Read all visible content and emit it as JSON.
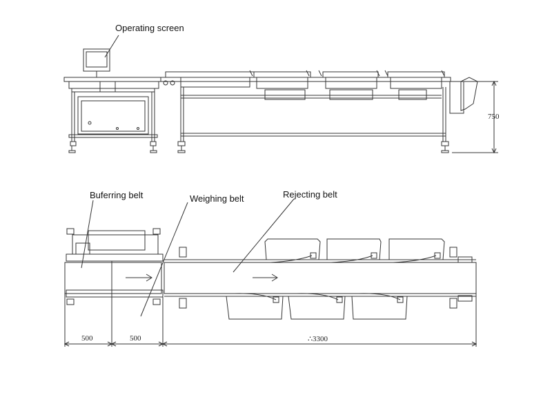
{
  "labels": {
    "operating_screen": "Operating screen",
    "buffering_belt": "Buferring belt",
    "weighing_belt": "Weighing belt",
    "rejecting_belt": "Rejecting belt"
  },
  "dimensions": {
    "height": "750",
    "buffer_len": "500",
    "weigh_len": "500",
    "reject_len": "∴3300"
  },
  "colors": {
    "line": "#333333",
    "background": "#ffffff"
  }
}
